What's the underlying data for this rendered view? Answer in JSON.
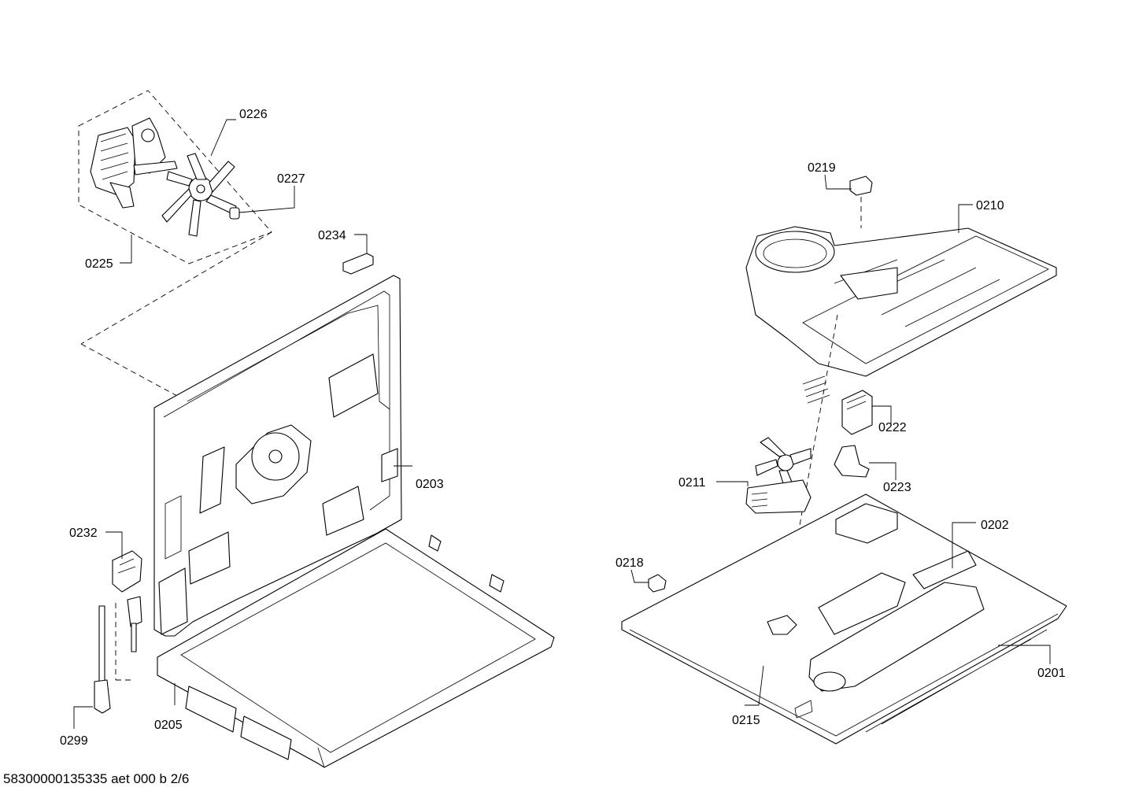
{
  "footer": {
    "document_id": "58300000135335 aet 000 b 2/6"
  },
  "callouts": {
    "c0226": "0226",
    "c0227": "0227",
    "c0225": "0225",
    "c0234": "0234",
    "c0203": "0203",
    "c0232": "0232",
    "c0205": "0205",
    "c0299": "0299",
    "c0219": "0219",
    "c0210": "0210",
    "c0222": "0222",
    "c0211": "0211",
    "c0223": "0223",
    "c0202": "0202",
    "c0218": "0218",
    "c0201": "0201",
    "c0215": "0215"
  }
}
